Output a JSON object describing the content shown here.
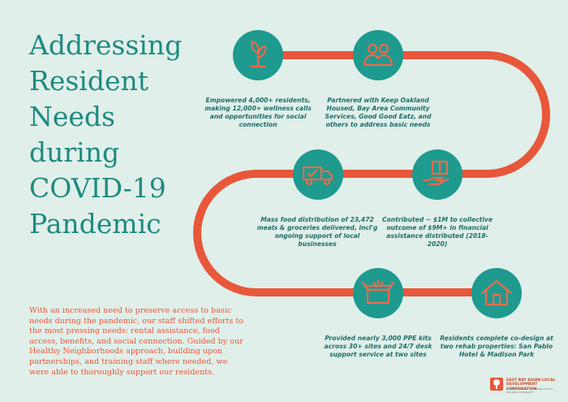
{
  "title_lines": [
    "Addressing",
    "Resident",
    "Needs",
    "during",
    "COVID-19",
    "Pandemic"
  ],
  "intro": "With an increased need to preserve access to basic needs during the pandemic, our staff shifted efforts to the most pressing needs: rental assistance, food access, benefits, and social connection. Guided by our Healthy Neighborhoods approach, building upon partnerships, and training staff where needed, we were able to thoroughly support our residents.",
  "milestones": [
    {
      "icon": "seedling-icon",
      "caption": "Empowered 4,000+ residents, making 12,000+ wellness calls and opportunities for social connection"
    },
    {
      "icon": "people-group-icon",
      "caption": "Partnered with Keep Oakland Housed, Bay Area Community Services, Good Good Eatz, and others to address basic needs"
    },
    {
      "icon": "delivery-truck-icon",
      "caption": "Mass food distribution of 23,472 meals & groceries delivered, incl'g ongoing support of local businesses"
    },
    {
      "icon": "hand-donation-icon",
      "caption": "Contributed ~ $1M to collective outcome of $9M+ in financial assistance distributed (2018-2020)"
    },
    {
      "icon": "ppe-box-icon",
      "caption": "Provided nearly 3,000 PPE kits across 30+ sites and 24/7 desk support service at two sites"
    },
    {
      "icon": "house-icon",
      "caption": "Residents complete co-design at two rehab properties: San Pablo Hotel & Madison Park"
    }
  ],
  "logo": {
    "name": "EAST BAY ASIAN LOCAL DEVELOPMENT CORPORATION",
    "tagline": "BUILDING PEOPLE • BUILDING PLACE • BUILDING COMMUNITY"
  },
  "colors": {
    "background": "#e0efe9",
    "teal": "#1e9a8f",
    "road": "#e8573a",
    "title": "#1d8a80"
  }
}
